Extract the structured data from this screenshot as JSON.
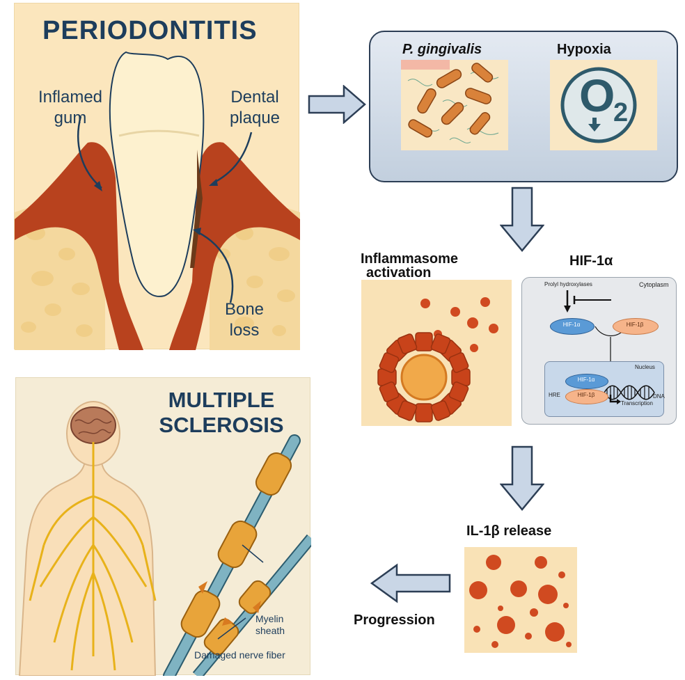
{
  "periodontitis": {
    "title": "PERIODONTITIS",
    "labels": {
      "inflamed_gum": [
        "Inflamed",
        "gum"
      ],
      "dental_plaque": [
        "Dental",
        "plaque"
      ],
      "bone_loss": [
        "Bone",
        "loss"
      ]
    }
  },
  "triggers": {
    "bacteria_label": "P. gingivalis",
    "hypoxia_label": "Hypoxia",
    "o2_symbol": "O",
    "o2_subscript": "2"
  },
  "inflammasome": {
    "title_line1": "Inflammasome",
    "title_line2": "activation"
  },
  "hif": {
    "title": "HIF-1α",
    "prolyl": "Prolyl hydroxylases",
    "cytoplasm": "Cytoplasm",
    "hif1a": "HIF-1α",
    "hif1b": "HIF-1β",
    "nucleus": "Nucleus",
    "hre": "HRE",
    "dna": "DNA",
    "transcription": "Transcription"
  },
  "il1b": {
    "title": "IL-1β release"
  },
  "progression": {
    "label": "Progression"
  },
  "ms": {
    "title_line1": "MULTIPLE",
    "title_line2": "SCLEROSIS",
    "myelin_line1": "Myelin",
    "myelin_line2": "sheath",
    "damaged": "Damaged nerve fiber"
  },
  "colors": {
    "peach_bg": "#fbe6bd",
    "gum_red": "#b8421e",
    "navy": "#1d3d5c",
    "arrow_fill": "#c9d6e6",
    "arrow_stroke": "#2c3e55",
    "myelin_orange": "#e8a43a",
    "axon_teal": "#7fb3c2"
  }
}
